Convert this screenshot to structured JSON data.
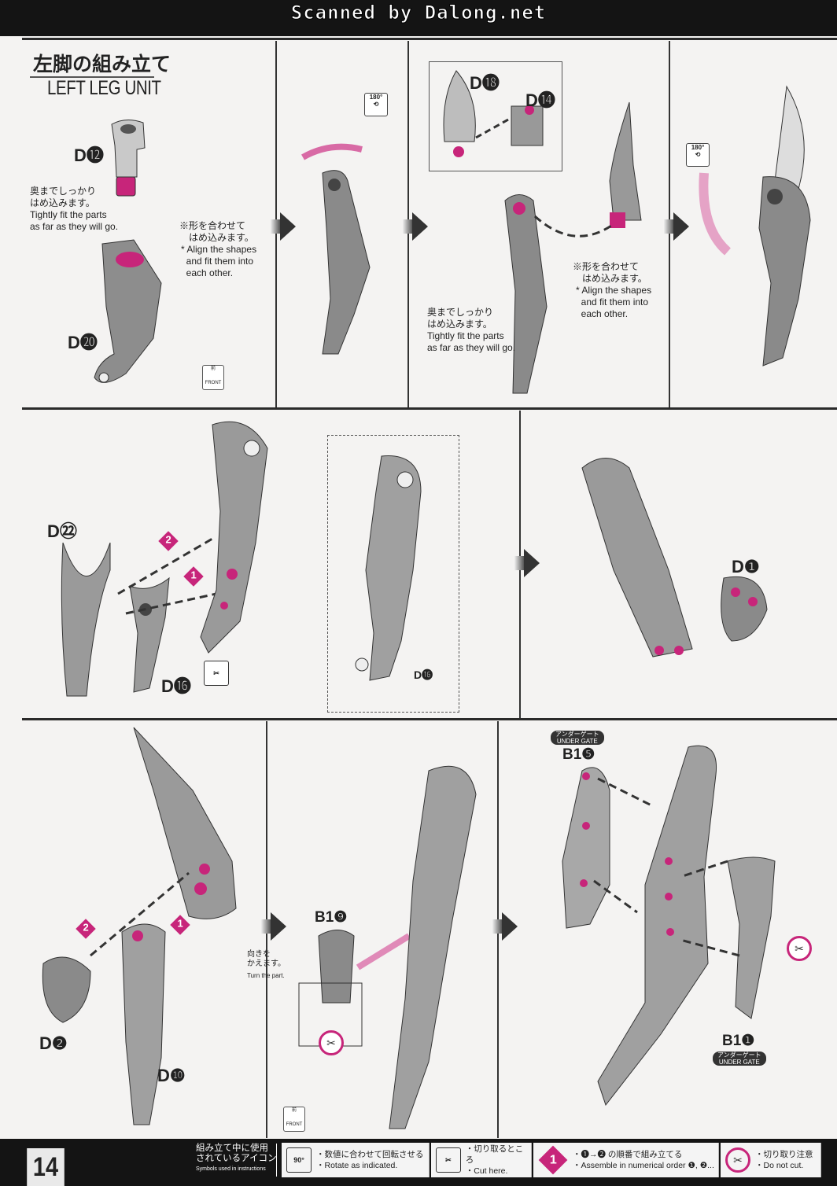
{
  "watermark": "Scanned by Dalong.net",
  "section": {
    "title_jp": "左脚の組み立て",
    "title_en": "LEFT LEG UNIT"
  },
  "parts": {
    "d12": "D⓬",
    "d20": "D⓴",
    "d18": "D⓲",
    "d14": "D⓮",
    "d22": "D㉒",
    "d16a": "D⓰",
    "d16b": "D⓰",
    "d1": "D❶",
    "d2": "D❷",
    "d10": "D❿",
    "b19": "B1❾",
    "b15": "B1❺",
    "b11": "B1❶"
  },
  "notes": {
    "tight_jp": "奥までしっかり\nはめ込みます。",
    "tight_en": "Tightly fit the parts\nas far as they will go.",
    "align_jp": "※形を合わせて\n　はめ込みます。",
    "align_en": "* Align the shapes\n  and fit them into\n  each other.",
    "turn_jp": "向きを\nかえます。",
    "turn_en": "Turn the part.",
    "under_gate_jp": "アンダーゲート",
    "under_gate_en": "UNDER GATE",
    "front_jp": "前",
    "front_en": "FRONT",
    "rotate_180": "180°",
    "step1": "1",
    "step2": "2"
  },
  "footer": {
    "page_number": "14",
    "legend_title_jp": "組み立て中に使用\nされているアイコン",
    "legend_title_en": "Symbols used in instructions",
    "items": [
      {
        "icon": "rotate-icon",
        "icon_text": "90°",
        "jp": "・数値に合わせて回転させる",
        "en": "・Rotate as indicated."
      },
      {
        "icon": "nipper-icon",
        "jp": "・切り取るところ",
        "en": "・Cut here."
      },
      {
        "icon": "step-order-icon",
        "icon_text": "1",
        "jp": "・❶→❷ の順番で組み立てる",
        "en": "・Assemble in numerical order ❶, ❷..."
      },
      {
        "icon": "do-not-cut-icon",
        "jp": "・切り取り注意",
        "en": "・Do not cut."
      }
    ]
  },
  "colors": {
    "accent": "#c7257a",
    "part_gray": "#8a8a8a"
  }
}
